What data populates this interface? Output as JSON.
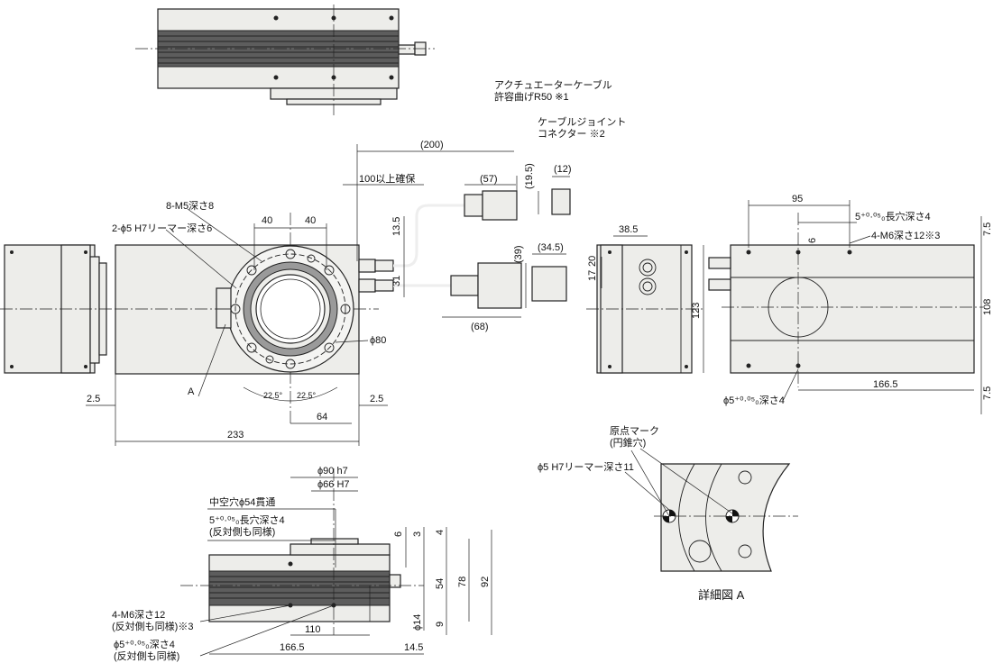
{
  "labels": {
    "actuator_cable_1": "アクチュエーターケーブル",
    "actuator_cable_2": "許容曲げR50 ※1",
    "joint_connector_1": "ケーブルジョイント",
    "joint_connector_2": "コネクター ※2",
    "min_clearance": "100以上確保",
    "m5_depth": "8-M5深さ8",
    "reamer_depth6": "2-ϕ5 H7リーマー深さ6",
    "detail_ref": "A",
    "long_hole_right": "5⁺⁰·⁰⁵₀長穴深さ4",
    "m6_right": "4-M6深さ12※3",
    "phi5_right": "ϕ5⁺⁰·⁰⁵₀深さ4",
    "hollow": "中空穴ϕ54貫通",
    "long_hole_bottom_1": "5⁺⁰·⁰⁵₀長穴深さ4",
    "long_hole_bottom_2": "(反対側も同様)",
    "m6_bottom_1": "4-M6深さ12",
    "m6_bottom_2": "(反対側も同様)※3",
    "phi5_bottom_1": "ϕ5⁺⁰·⁰⁵₀深さ4",
    "phi5_bottom_2": "(反対側も同様)",
    "origin_mark_1": "原点マーク",
    "origin_mark_2": "(円錐穴)",
    "reamer_depth11": "ϕ5 H7リーマー深さ11",
    "detail_title": "詳細図 A"
  },
  "dimensions": {
    "cable_len": "(200)",
    "d57": "(57)",
    "d19_5": "(19.5)",
    "d12": "(12)",
    "d13_5": "13.5",
    "d31": "31",
    "d39": "(39)",
    "d34_5": "(34.5)",
    "d68": "(68)",
    "d40a": "40",
    "d40b": "40",
    "phi80": "ϕ80",
    "ang1": "22.5°",
    "ang2": "22.5°",
    "d2_5a": "2.5",
    "d2_5b": "2.5",
    "d64": "64",
    "d233": "233",
    "d38_5": "38.5",
    "d17": "17",
    "d20": "20",
    "d123": "123",
    "d95": "95",
    "d6r": "6",
    "d7_5a": "7.5",
    "d108": "108",
    "d7_5b": "7.5",
    "d166_5r": "166.5",
    "phi90": "ϕ90 h7",
    "phi66": "ϕ66 H7",
    "d6b": "6",
    "d3": "3",
    "d4": "4",
    "d54": "54",
    "d78": "78",
    "d92": "92",
    "phi14": "ϕ14",
    "d9": "9",
    "d110": "110",
    "d166_5b": "166.5",
    "d14_5": "14.5"
  }
}
